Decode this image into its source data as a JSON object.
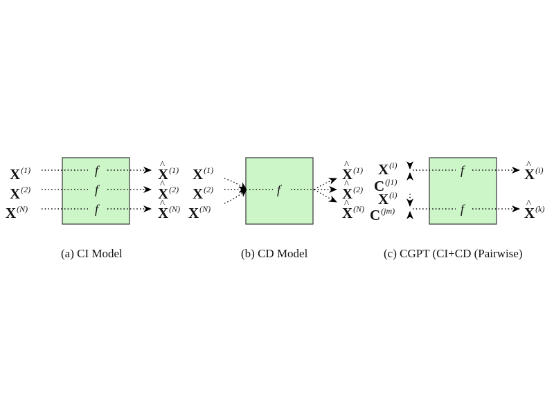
{
  "box_color": "#ccf5c8",
  "box_border": "#333333",
  "panels": {
    "a": {
      "caption": "(a) CI Model",
      "func": "f",
      "inputs": [
        {
          "base": "X",
          "sup": "(1)"
        },
        {
          "base": "X",
          "sup": "(2)"
        },
        {
          "base": "X",
          "sup": "(N)"
        }
      ],
      "outputs": [
        {
          "base": "X",
          "sup": "(1)"
        },
        {
          "base": "X",
          "sup": "(2)"
        },
        {
          "base": "X",
          "sup": "(N)"
        }
      ]
    },
    "b": {
      "caption": "(b) CD Model",
      "func": "f",
      "inputs": [
        {
          "base": "X",
          "sup": "(1)"
        },
        {
          "base": "X",
          "sup": "(2)"
        },
        {
          "base": "X",
          "sup": "(N)"
        }
      ],
      "outputs": [
        {
          "base": "X",
          "sup": "(1)"
        },
        {
          "base": "X",
          "sup": "(2)"
        },
        {
          "base": "X",
          "sup": "(N)"
        }
      ]
    },
    "c": {
      "caption": "(c) CGPT (CI+CD (Pairwise)",
      "func": "f",
      "inputs": [
        {
          "base": "X",
          "sup": "(i)"
        },
        {
          "base": "C",
          "sup": "(j1)"
        },
        {
          "base": "X",
          "sup": "(i)"
        },
        {
          "base": "C",
          "sup": "(jm)"
        }
      ],
      "outputs": [
        {
          "base": "X",
          "sup": "(i)"
        },
        {
          "base": "X",
          "sup": "(k)"
        }
      ]
    }
  }
}
